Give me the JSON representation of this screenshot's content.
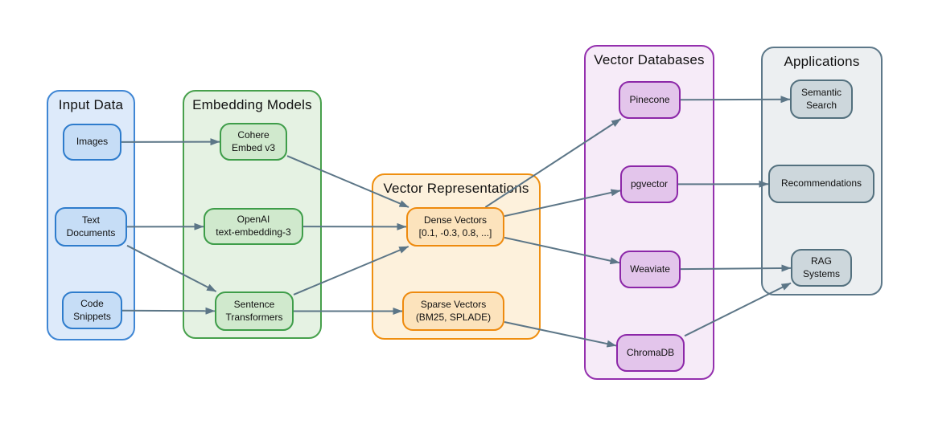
{
  "diagram": {
    "groups": {
      "input_data": {
        "title": "Input Data"
      },
      "embedding_models": {
        "title": "Embedding Models"
      },
      "vector_representations": {
        "title": "Vector Representations"
      },
      "vector_databases": {
        "title": "Vector Databases"
      },
      "applications": {
        "title": "Applications"
      }
    },
    "nodes": {
      "images": {
        "label": "Images"
      },
      "text_documents": {
        "label": "Text\nDocuments"
      },
      "code_snippets": {
        "label": "Code\nSnippets"
      },
      "cohere_embed_v3": {
        "label": "Cohere\nEmbed v3"
      },
      "openai_text_embedding_3": {
        "label": "OpenAI\ntext-embedding-3"
      },
      "sentence_transformers": {
        "label": "Sentence\nTransformers"
      },
      "dense_vectors": {
        "label": "Dense Vectors\n[0.1, -0.3, 0.8, ...]"
      },
      "sparse_vectors": {
        "label": "Sparse Vectors\n(BM25, SPLADE)"
      },
      "pinecone": {
        "label": "Pinecone"
      },
      "pgvector": {
        "label": "pgvector"
      },
      "weaviate": {
        "label": "Weaviate"
      },
      "chromadb": {
        "label": "ChromaDB"
      },
      "semantic_search": {
        "label": "Semantic\nSearch"
      },
      "recommendations": {
        "label": "Recommendations"
      },
      "rag_systems": {
        "label": "RAG\nSystems"
      }
    },
    "edges": [
      {
        "from": "images",
        "to": "cohere_embed_v3"
      },
      {
        "from": "text_documents",
        "to": "openai_text_embedding_3"
      },
      {
        "from": "text_documents",
        "to": "sentence_transformers"
      },
      {
        "from": "code_snippets",
        "to": "sentence_transformers"
      },
      {
        "from": "cohere_embed_v3",
        "to": "dense_vectors"
      },
      {
        "from": "openai_text_embedding_3",
        "to": "dense_vectors"
      },
      {
        "from": "sentence_transformers",
        "to": "dense_vectors"
      },
      {
        "from": "sentence_transformers",
        "to": "sparse_vectors"
      },
      {
        "from": "dense_vectors",
        "to": "pinecone"
      },
      {
        "from": "dense_vectors",
        "to": "pgvector"
      },
      {
        "from": "dense_vectors",
        "to": "weaviate"
      },
      {
        "from": "sparse_vectors",
        "to": "chromadb"
      },
      {
        "from": "pinecone",
        "to": "semantic_search"
      },
      {
        "from": "pgvector",
        "to": "recommendations"
      },
      {
        "from": "weaviate",
        "to": "rag_systems"
      },
      {
        "from": "chromadb",
        "to": "rag_systems"
      }
    ],
    "colors": {
      "arrow": "#5c7687",
      "text": "#111111",
      "blue": {
        "group_fill": "#ddeafa",
        "group_stroke": "#3f86d4",
        "node_fill": "#c6ddf6",
        "node_stroke": "#2e7ccc"
      },
      "green": {
        "group_fill": "#e5f2e3",
        "group_stroke": "#47a04c",
        "node_fill": "#d0e9cd",
        "node_stroke": "#3e9d49"
      },
      "orange": {
        "group_fill": "#fdf1dc",
        "group_stroke": "#ef8f10",
        "node_fill": "#fce3bc",
        "node_stroke": "#ee8a0e"
      },
      "purple": {
        "group_fill": "#f6ebf8",
        "group_stroke": "#9430ae",
        "node_fill": "#e3c5eb",
        "node_stroke": "#8c27a8"
      },
      "gray": {
        "group_fill": "#eceff1",
        "group_stroke": "#5d7889",
        "node_fill": "#cdd7dc",
        "node_stroke": "#53707e"
      }
    }
  }
}
